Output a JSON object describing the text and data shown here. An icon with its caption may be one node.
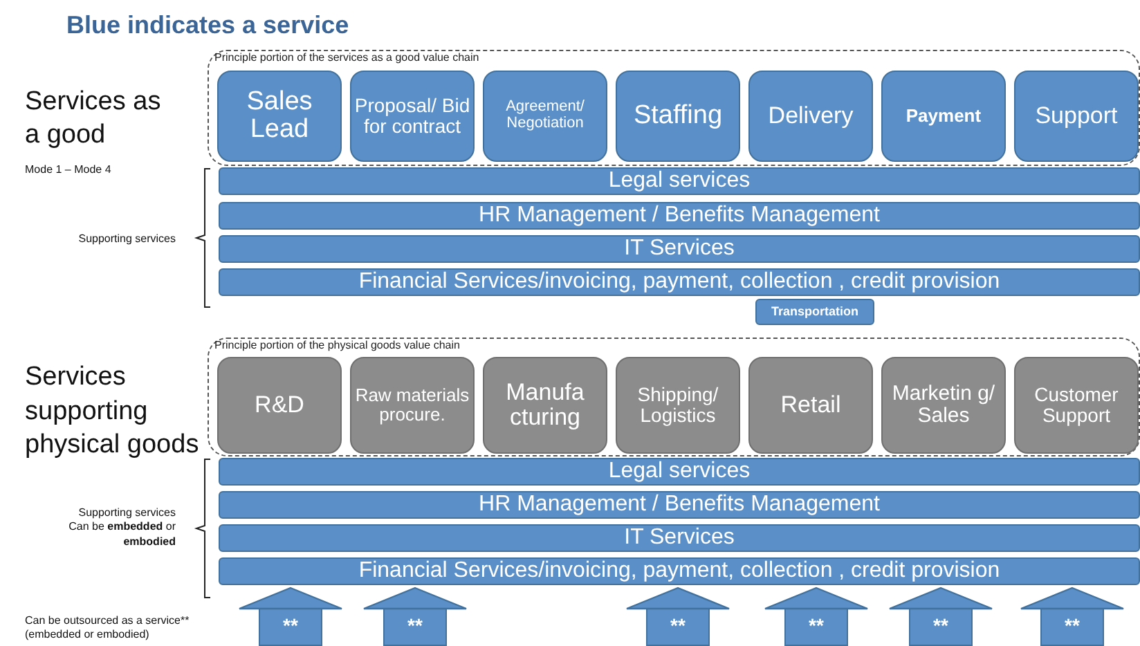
{
  "diagram": {
    "title": "Blue indicates a service",
    "nodes": [
      {
        "text": [
          "Principle portion of the services as a good value chain"
        ]
      },
      {
        "text": [
          "Sales Lead"
        ],
        "in": 0
      },
      {
        "text": [
          "Proposal/ Bid for contract"
        ],
        "in": 0
      },
      {
        "text": [
          "Agreement/ Negotiation"
        ],
        "in": 0
      },
      {
        "text": [
          "Staffing"
        ],
        "in": 0
      },
      {
        "text": [
          "Delivery"
        ],
        "in": 0
      },
      {
        "text": [
          "Payment"
        ],
        "in": 0
      },
      {
        "text": [
          "Support"
        ],
        "in": 0
      },
      {
        "text": [
          "Legal services"
        ]
      },
      {
        "text": [
          "HR Management / Benefits Management"
        ]
      },
      {
        "text": [
          "IT Services"
        ]
      },
      {
        "text": [
          "Financial Services/invoicing, payment, collection , credit provision"
        ]
      },
      {
        "text": [
          "Transportation"
        ]
      },
      {
        "text": [
          "Principle portion of the physical goods value chain"
        ]
      },
      {
        "text": [
          "R&D"
        ],
        "in": 13
      },
      {
        "text": [
          "Raw materials procure."
        ],
        "in": 13
      },
      {
        "text": [
          "Manufa cturing"
        ],
        "in": 13
      },
      {
        "text": [
          "Shipping/ Logistics"
        ],
        "in": 13
      },
      {
        "text": [
          "Retail"
        ],
        "in": 13
      },
      {
        "text": [
          "Marketin g/ Sales"
        ],
        "in": 13
      },
      {
        "text": [
          "Customer Support"
        ],
        "in": 13
      },
      {
        "text": [
          "Legal services"
        ]
      },
      {
        "text": [
          "HR Management / Benefits Management"
        ]
      },
      {
        "text": [
          "IT Services"
        ]
      },
      {
        "text": [
          "Financial Services/invoicing, payment, collection , credit provision"
        ]
      },
      {
        "text": [
          "**"
        ]
      },
      {
        "text": [
          "**"
        ]
      },
      {
        "text": [
          "**"
        ]
      },
      {
        "text": [
          "**"
        ]
      },
      {
        "text": [
          "**"
        ]
      },
      {
        "text": [
          "**"
        ]
      }
    ],
    "edges": [
      {
        "from": 25,
        "to": 24,
        "arrow": "to"
      },
      {
        "from": 26,
        "to": 24,
        "arrow": "to"
      },
      {
        "from": 27,
        "to": 24,
        "arrow": "to"
      },
      {
        "from": 28,
        "to": 24,
        "arrow": "to"
      },
      {
        "from": 29,
        "to": 24,
        "arrow": "to"
      },
      {
        "from": 30,
        "to": 24,
        "arrow": "to"
      }
    ],
    "labels": [
      "Services as a good",
      "Mode 1 – Mode 4",
      "Supporting services",
      "Services supporting physical goods",
      "Supporting services Can be **embedded** or **embodied**",
      "Can be outsourced as a service** (embedded or embodied)"
    ]
  }
}
